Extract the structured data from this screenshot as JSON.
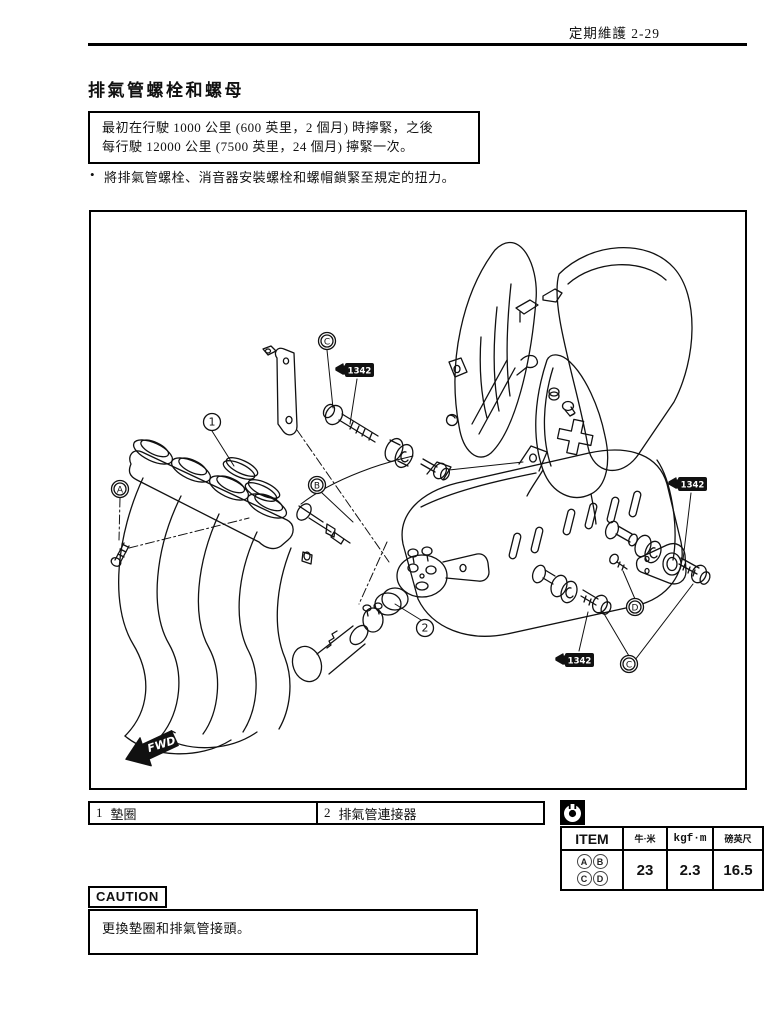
{
  "page": {
    "header": "定期維護 2-29",
    "title": "排氣管螺栓和螺母"
  },
  "interval_note": {
    "line1": "最初在行駛 1000 公里 (600 英里，2 個月) 時擰緊，之後",
    "line2": "每行駛 12000 公里 (7500 英里，24 個月) 擰緊一次。"
  },
  "bullet": {
    "marker": "•",
    "text": "將排氣管螺栓、消音器安裝螺栓和螺帽鎖緊至規定的扭力。"
  },
  "diagram": {
    "callouts": {
      "part1": "1",
      "part2": "2",
      "a": "A",
      "b": "B",
      "c_top": "C",
      "c_bottom": "C",
      "d": "D"
    },
    "flags": {
      "threadlock": "1342"
    },
    "fwd": "FWD"
  },
  "parts_table": {
    "items": [
      {
        "num": "1",
        "name": "墊圈"
      },
      {
        "num": "2",
        "name": "排氣管連接器"
      }
    ]
  },
  "torque_table": {
    "icon": "wrench",
    "headers": [
      "ITEM",
      "牛·米",
      "kgf·m",
      "磅英尺"
    ],
    "row": {
      "items_line1": [
        "A",
        "B"
      ],
      "items_line2": [
        "C",
        "D"
      ],
      "nm": "23",
      "kgfm": "2.3",
      "lbft": "16.5"
    }
  },
  "caution": {
    "label": "CAUTION",
    "text": "更換墊圈和排氣管接頭。"
  }
}
